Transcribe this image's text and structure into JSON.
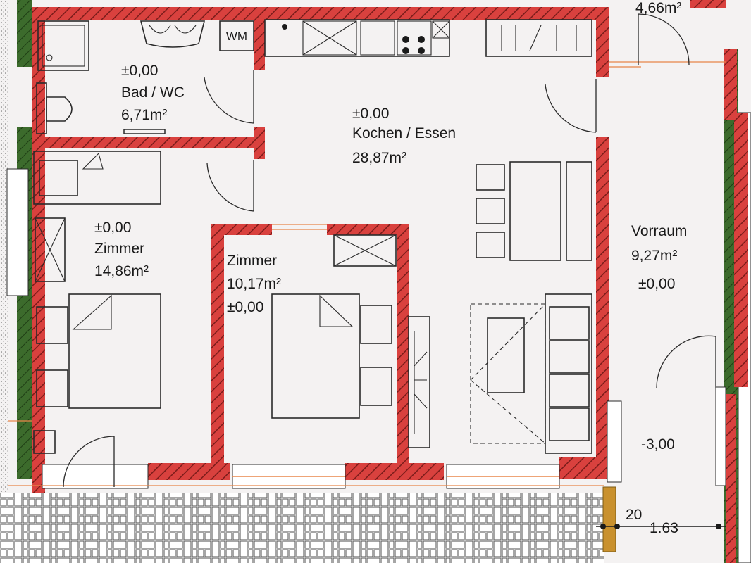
{
  "colors": {
    "wall_fill": "#d9413e",
    "wall_hatch": "#7a1c1a",
    "exterior_green": "#3c6b2c",
    "paving": "#ffffff",
    "paving_lines": "#6a6a6a",
    "background": "#f4f2f2",
    "ink": "#1a1a1a",
    "orange_line": "#e8864a",
    "wood": "#c9912e"
  },
  "rooms": {
    "bath": {
      "level": "±0,00",
      "name": "Bad / WC",
      "area": "6,71m²",
      "fixtures": {
        "washer": "WM"
      }
    },
    "kitchen": {
      "level": "±0,00",
      "name": "Kochen / Essen",
      "area": "28,87m²"
    },
    "room_large": {
      "level": "±0,00",
      "name": "Zimmer",
      "area": "14,86m²"
    },
    "room_small": {
      "name": "Zimmer",
      "area": "10,17m²",
      "level": "±0,00"
    },
    "hall": {
      "name": "Vorraum",
      "area": "9,27m²",
      "level": "±0,00"
    },
    "top_right": {
      "area": "4,66m²"
    }
  },
  "annotations": {
    "exterior_level": "-3,00",
    "dim_small": "20",
    "dim_width": "1.63"
  }
}
